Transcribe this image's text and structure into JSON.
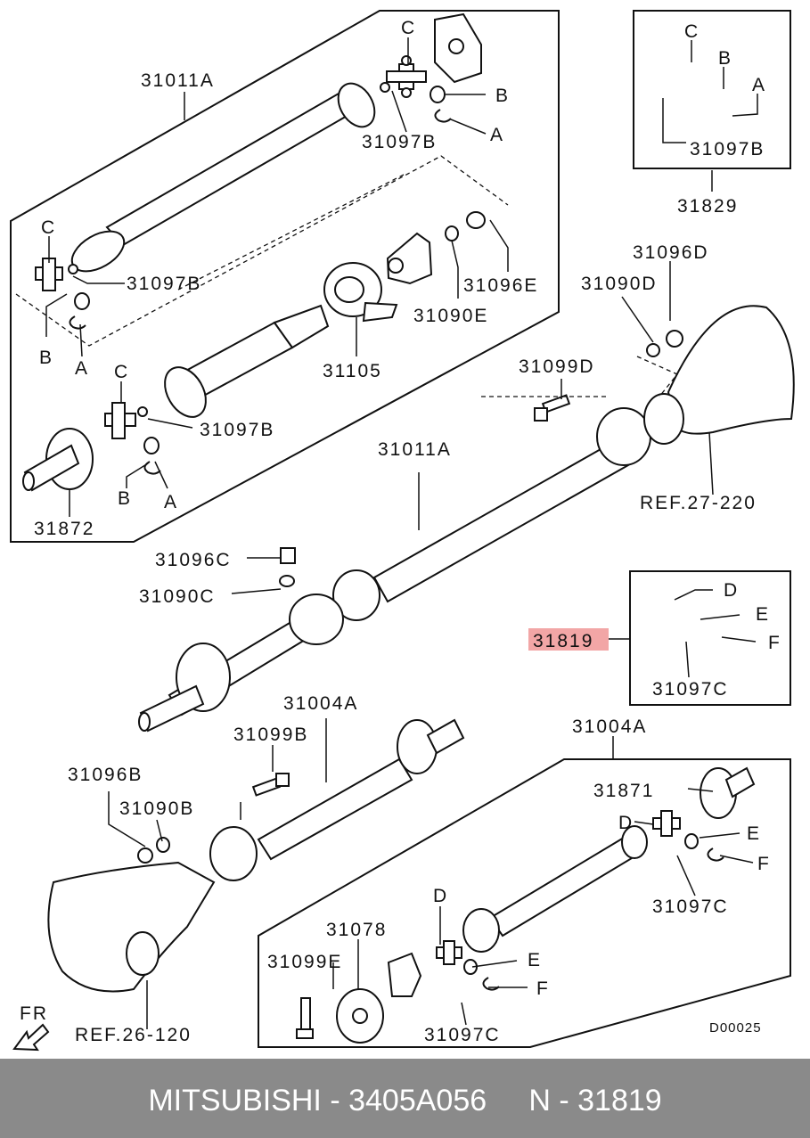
{
  "diagram": {
    "labels": {
      "p31011A_top": "31011A",
      "c_top": "C",
      "b_top": "B",
      "a_top": "A",
      "p31097B_top": "31097B",
      "c_left": "C",
      "p31097B_left": "31097B",
      "b_left": "B",
      "a_left": "A",
      "p31096E": "31096E",
      "p31090E": "31090E",
      "p31105": "31105",
      "c_mid": "C",
      "p31097B_mid": "31097B",
      "b_mid": "B",
      "a_mid": "A",
      "p31872": "31872",
      "box_c": "C",
      "box_b": "B",
      "box_a": "A",
      "box_31097B": "31097B",
      "p31829": "31829",
      "p31096D": "31096D",
      "p31090D": "31090D",
      "p31099D": "31099D",
      "p31011A_mid": "31011A",
      "ref27": "REF.27-220",
      "p31096C": "31096C",
      "p31090C": "31090C",
      "p31819_highlight": "31819",
      "box2_d": "D",
      "box2_e": "E",
      "box2_f": "F",
      "box2_31097C": "31097C",
      "p31004A_left": "31004A",
      "p31099B": "31099B",
      "p31096B": "31096B",
      "p31090B": "31090B",
      "p31004A_right": "31004A",
      "p31871": "31871",
      "d_right": "D",
      "e_right": "E",
      "f_right": "F",
      "p31097C_right": "31097C",
      "d_bottom": "D",
      "p31078": "31078",
      "p31099E": "31099E",
      "e_bottom": "E",
      "f_bottom": "F",
      "p31097C_bottom": "31097C",
      "fr": "FR",
      "ref26": "REF.26-120",
      "code": "D00025"
    },
    "highlight_color": "#f2a6a6"
  },
  "footer": {
    "text": "MITSUBISHI - 3405A056     N - 31819"
  }
}
